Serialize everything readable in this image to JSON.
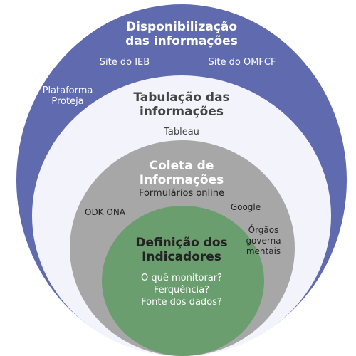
{
  "colors": {
    "outer_ring": "#5f6aaf",
    "tabulation_ring": "#f3f4fb",
    "collection_ring": "#a7a7a7",
    "definition_core": "#6a9e6e"
  },
  "rings": {
    "disponibilizacao": {
      "title_line1": "Disponibilização",
      "title_line2": "das informações",
      "items": {
        "site_ieb": "Site do IEB",
        "site_omfcf": "Site do OMFCF",
        "plataforma_line1": "Plataforma",
        "plataforma_line2": "Proteja"
      }
    },
    "tabulacao": {
      "title_line1": "Tabulação das",
      "title_line2": "informações",
      "items": {
        "tableau": "Tableau"
      }
    },
    "coleta": {
      "title_line1": "Coleta de",
      "title_line2": "Informações",
      "items": {
        "formularios": "Formulários online",
        "odk": "ODK ONA",
        "google": "Google",
        "orgaos_line1": "Órgãos",
        "orgaos_line2": "governa",
        "orgaos_line3": "mentais"
      }
    },
    "definicao": {
      "title_line1": "Definição dos",
      "title_line2": "Indicadores",
      "items": {
        "q1": "O quê monitorar?",
        "q2": "Ferquência?",
        "q3": "Fonte dos dados?"
      }
    }
  }
}
